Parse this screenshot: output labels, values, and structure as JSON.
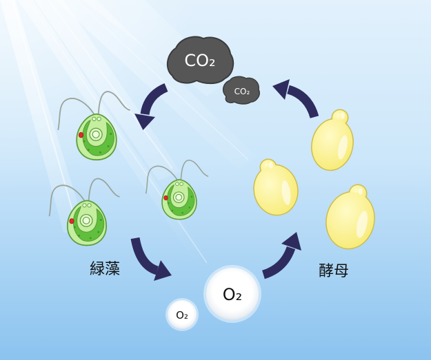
{
  "diagram": {
    "co2_large": "CO₂",
    "co2_small": "CO₂",
    "o2_large": "O₂",
    "o2_small": "O₂",
    "label_green_algae": "緑藻",
    "label_yeast": "酵母"
  },
  "colors": {
    "sky_top": "#e2f1fc",
    "sky_bottom": "#8bc3ef",
    "co2_cloud": "#565656",
    "co2_cloud_outline": "#3b3b3b",
    "arrow": "#2e2c5e",
    "algae_cell": "#c5ee9f",
    "algae_outline": "#5b9d3b",
    "chloroplast": "#60bf3c",
    "eyespot": "#e0292a",
    "flagellum": "#9aa49a",
    "yeast_cell": "#f7ea72",
    "yeast_outline": "#cdbd4f",
    "o2_bubble": "#ffffff",
    "label_text": "#111111"
  }
}
